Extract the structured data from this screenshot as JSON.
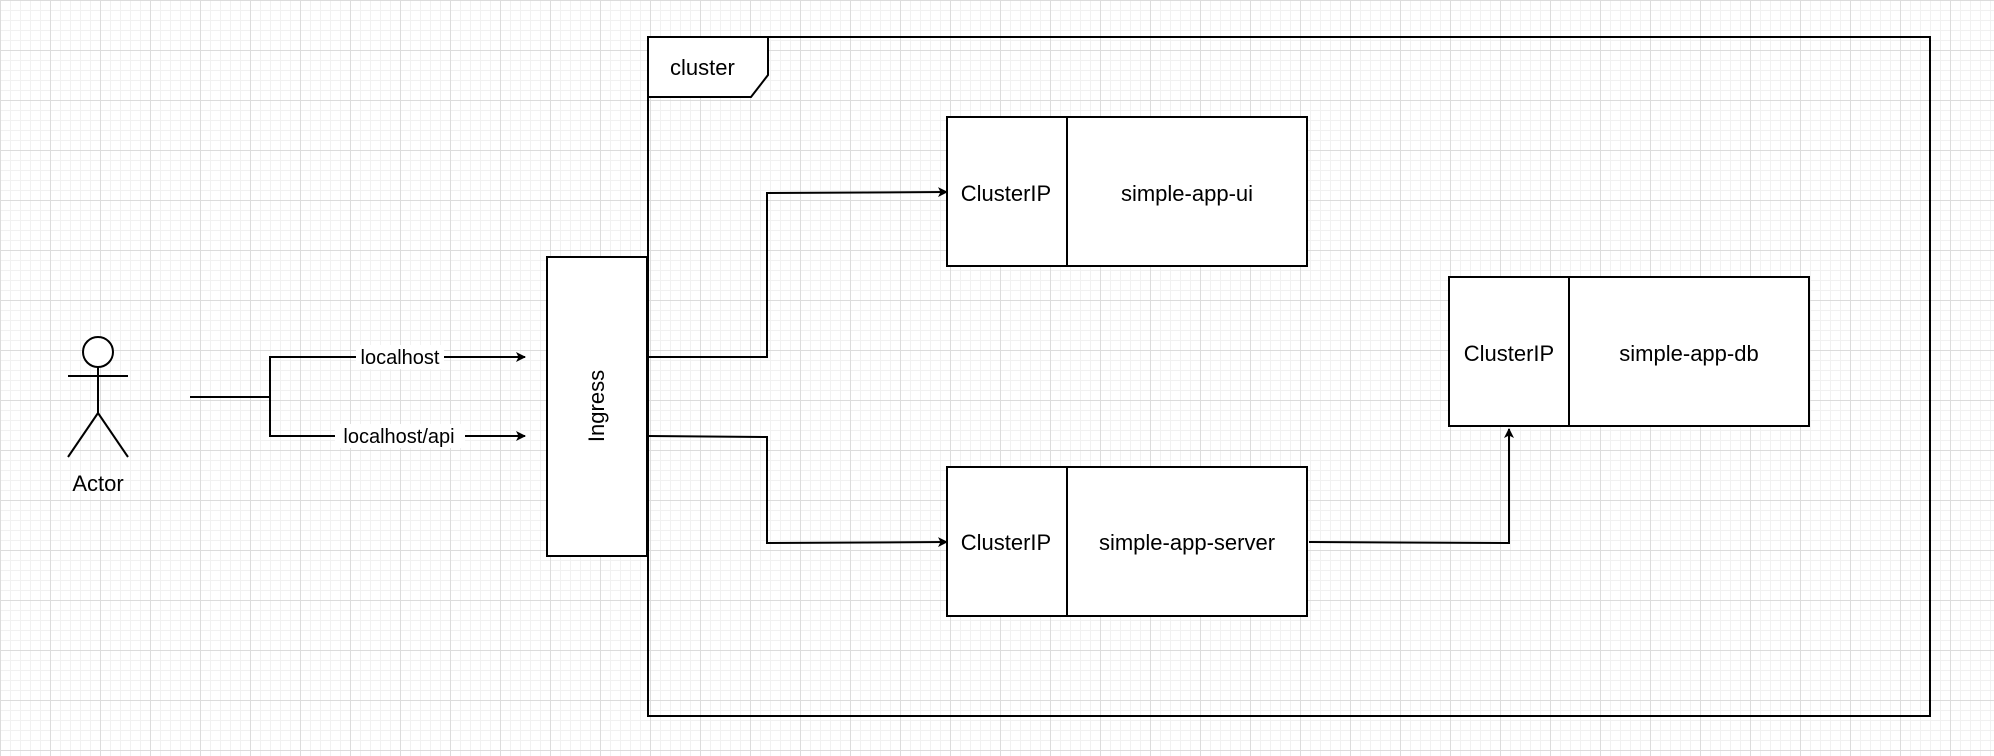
{
  "actor": {
    "label": "Actor"
  },
  "cluster": {
    "label": "cluster"
  },
  "ingress": {
    "label": "Ingress"
  },
  "edges": {
    "root": "localhost",
    "api": "localhost/api"
  },
  "services": {
    "ui": {
      "type": "ClusterIP",
      "name": "simple-app-ui"
    },
    "server": {
      "type": "ClusterIP",
      "name": "simple-app-server"
    },
    "db": {
      "type": "ClusterIP",
      "name": "simple-app-db"
    }
  }
}
